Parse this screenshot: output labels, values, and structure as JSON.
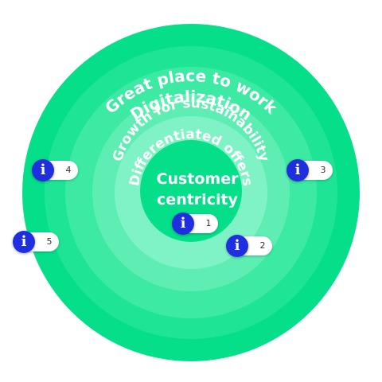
{
  "colors": {
    "ring1": "#05df8a",
    "ring2": "#1ee596",
    "ring3": "#3ceaa3",
    "ring4": "#5eeeb4",
    "ring5": "#80f3c6",
    "center": "#05df8a",
    "info_button": "#1f2fe0",
    "text": "#ffffff"
  },
  "rings": [
    {
      "label": "Great place to work"
    },
    {
      "label": "Digitalization"
    },
    {
      "label": "Growth for sustainability"
    },
    {
      "label": "Differentiated offers"
    }
  ],
  "center": {
    "line1": "Customer",
    "line2": "centricity"
  },
  "markers": [
    {
      "number": "1",
      "icon": "info-icon"
    },
    {
      "number": "2",
      "icon": "info-icon"
    },
    {
      "number": "3",
      "icon": "info-icon"
    },
    {
      "number": "4",
      "icon": "info-icon"
    },
    {
      "number": "5",
      "icon": "info-icon"
    }
  ]
}
